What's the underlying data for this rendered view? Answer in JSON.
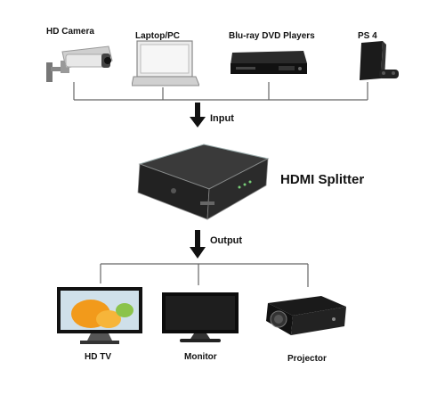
{
  "sources": [
    {
      "label": "HD Camera",
      "icon": "cctv-camera-icon"
    },
    {
      "label": "Laptop/PC",
      "icon": "laptop-icon"
    },
    {
      "label": "Blu-ray DVD Players",
      "icon": "bluray-player-icon"
    },
    {
      "label": "PS 4",
      "icon": "ps4-console-icon"
    }
  ],
  "input_label": "Input",
  "splitter": {
    "label": "HDMI Splitter",
    "icon": "hdmi-splitter-icon"
  },
  "output_label": "Output",
  "outputs": [
    {
      "label": "HD TV",
      "icon": "tv-icon"
    },
    {
      "label": "Monitor",
      "icon": "monitor-icon"
    },
    {
      "label": "Projector",
      "icon": "projector-icon"
    }
  ]
}
